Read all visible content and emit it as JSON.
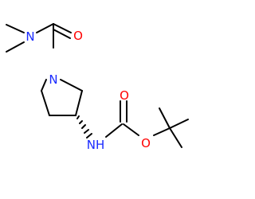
{
  "molecule": {
    "atoms": {
      "n_amide": {
        "symbol": "N",
        "color": "#1a2aff"
      },
      "o_amide": {
        "symbol": "O",
        "color": "#ff0000"
      },
      "n_ring": {
        "symbol": "N",
        "color": "#1a2aff"
      },
      "nh_carbamate": {
        "symbol": "NH",
        "color": "#1a2aff"
      },
      "o_carbonyl": {
        "symbol": "O",
        "color": "#ff0000"
      },
      "o_ester": {
        "symbol": "O",
        "color": "#ff0000"
      }
    },
    "stereo_bond": "hashed-wedge"
  }
}
